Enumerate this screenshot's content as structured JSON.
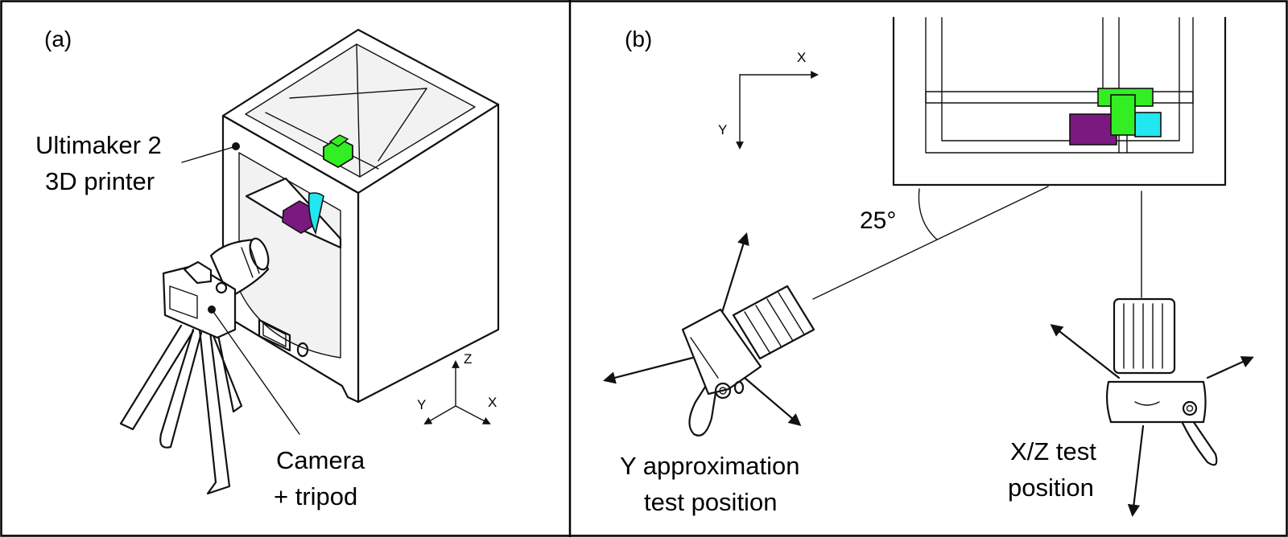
{
  "panel_a": {
    "tag": "(a)",
    "printer_label_line1": "Ultimaker 2",
    "printer_label_line2": "3D printer",
    "camera_label_line1": "Camera",
    "camera_label_line2": "+ tripod",
    "axes": {
      "x": "X",
      "y": "Y",
      "z": "Z"
    }
  },
  "panel_b": {
    "tag": "(b)",
    "axes": {
      "x": "X",
      "y": "Y"
    },
    "angle_label": "25°",
    "y_position_line1": "Y approximation",
    "y_position_line2": "test position",
    "xz_position_line1": "X/Z test",
    "xz_position_line2": "position"
  },
  "colors": {
    "print_head": "#33ee22",
    "part_purple": "#7a1a80",
    "part_cyan": "#22e6f0",
    "ink": "#111111",
    "border": "#000000"
  }
}
